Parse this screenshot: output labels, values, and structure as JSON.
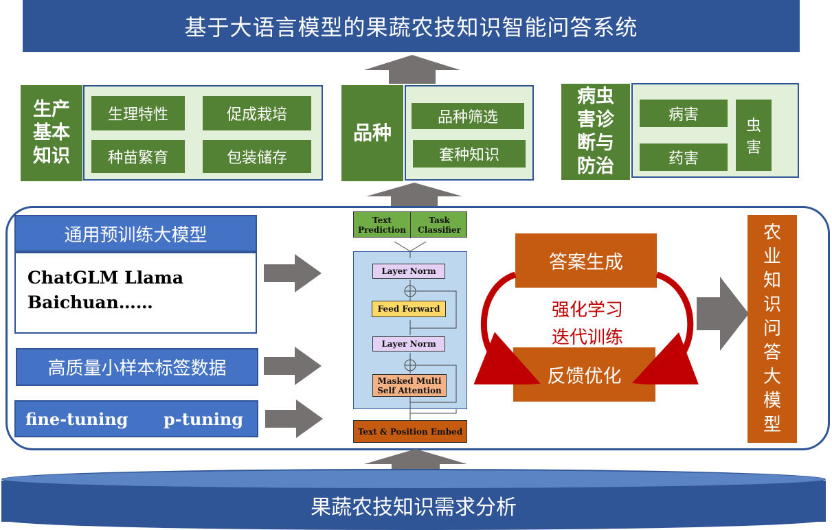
{
  "title": "基于大语言模型的果蔬农技知识智能问答系统",
  "groups": {
    "production": {
      "label_lines": [
        "生产",
        "基本",
        "知识"
      ],
      "items": [
        "生理特性",
        "促成栽培",
        "种苗繁育",
        "包装储存"
      ]
    },
    "variety": {
      "label": "品种",
      "items": [
        "品种筛选",
        "套种知识"
      ]
    },
    "pest": {
      "label_lines": [
        "病虫",
        "害诊",
        "断与",
        "防治"
      ],
      "items": [
        "病害",
        "药害"
      ],
      "side_item_lines": [
        "虫",
        "害"
      ]
    }
  },
  "left_inputs": {
    "pretrained_title": "通用预训练大模型",
    "models_line1": "ChatGLM  Llama",
    "models_line2": "Baichuan……",
    "small_data": "高质量小样本标签数据",
    "fine_tuning": "fine-tuning",
    "p_tuning": "p-tuning"
  },
  "transformer": {
    "text_prediction": [
      "Text",
      "Prediction"
    ],
    "task_classifier": [
      "Task",
      "Classifier"
    ],
    "layer_norm_top": "Layer Norm",
    "feed_forward": "Feed Forward",
    "layer_norm_bottom": "Layer Norm",
    "masked_attention": [
      "Masked Multi",
      "Self Attention"
    ],
    "embed": "Text & Position Embed"
  },
  "loop": {
    "answer_generation": "答案生成",
    "feedback": "反馈优化",
    "rl_line1": "强化学习",
    "rl_line2": "迭代训练"
  },
  "output_model_chars": [
    "农",
    "业",
    "知",
    "识",
    "问",
    "答",
    "大",
    "模",
    "型"
  ],
  "base_label": "果蔬农技知识需求分析",
  "colors": {
    "navy": "#2f5597",
    "blue": "#4472c4",
    "green_dark": "#548235",
    "green_light": "#e2f0d9",
    "orange": "#c55a11",
    "arrow_gray": "#767171",
    "loop_red": "#c00000"
  }
}
